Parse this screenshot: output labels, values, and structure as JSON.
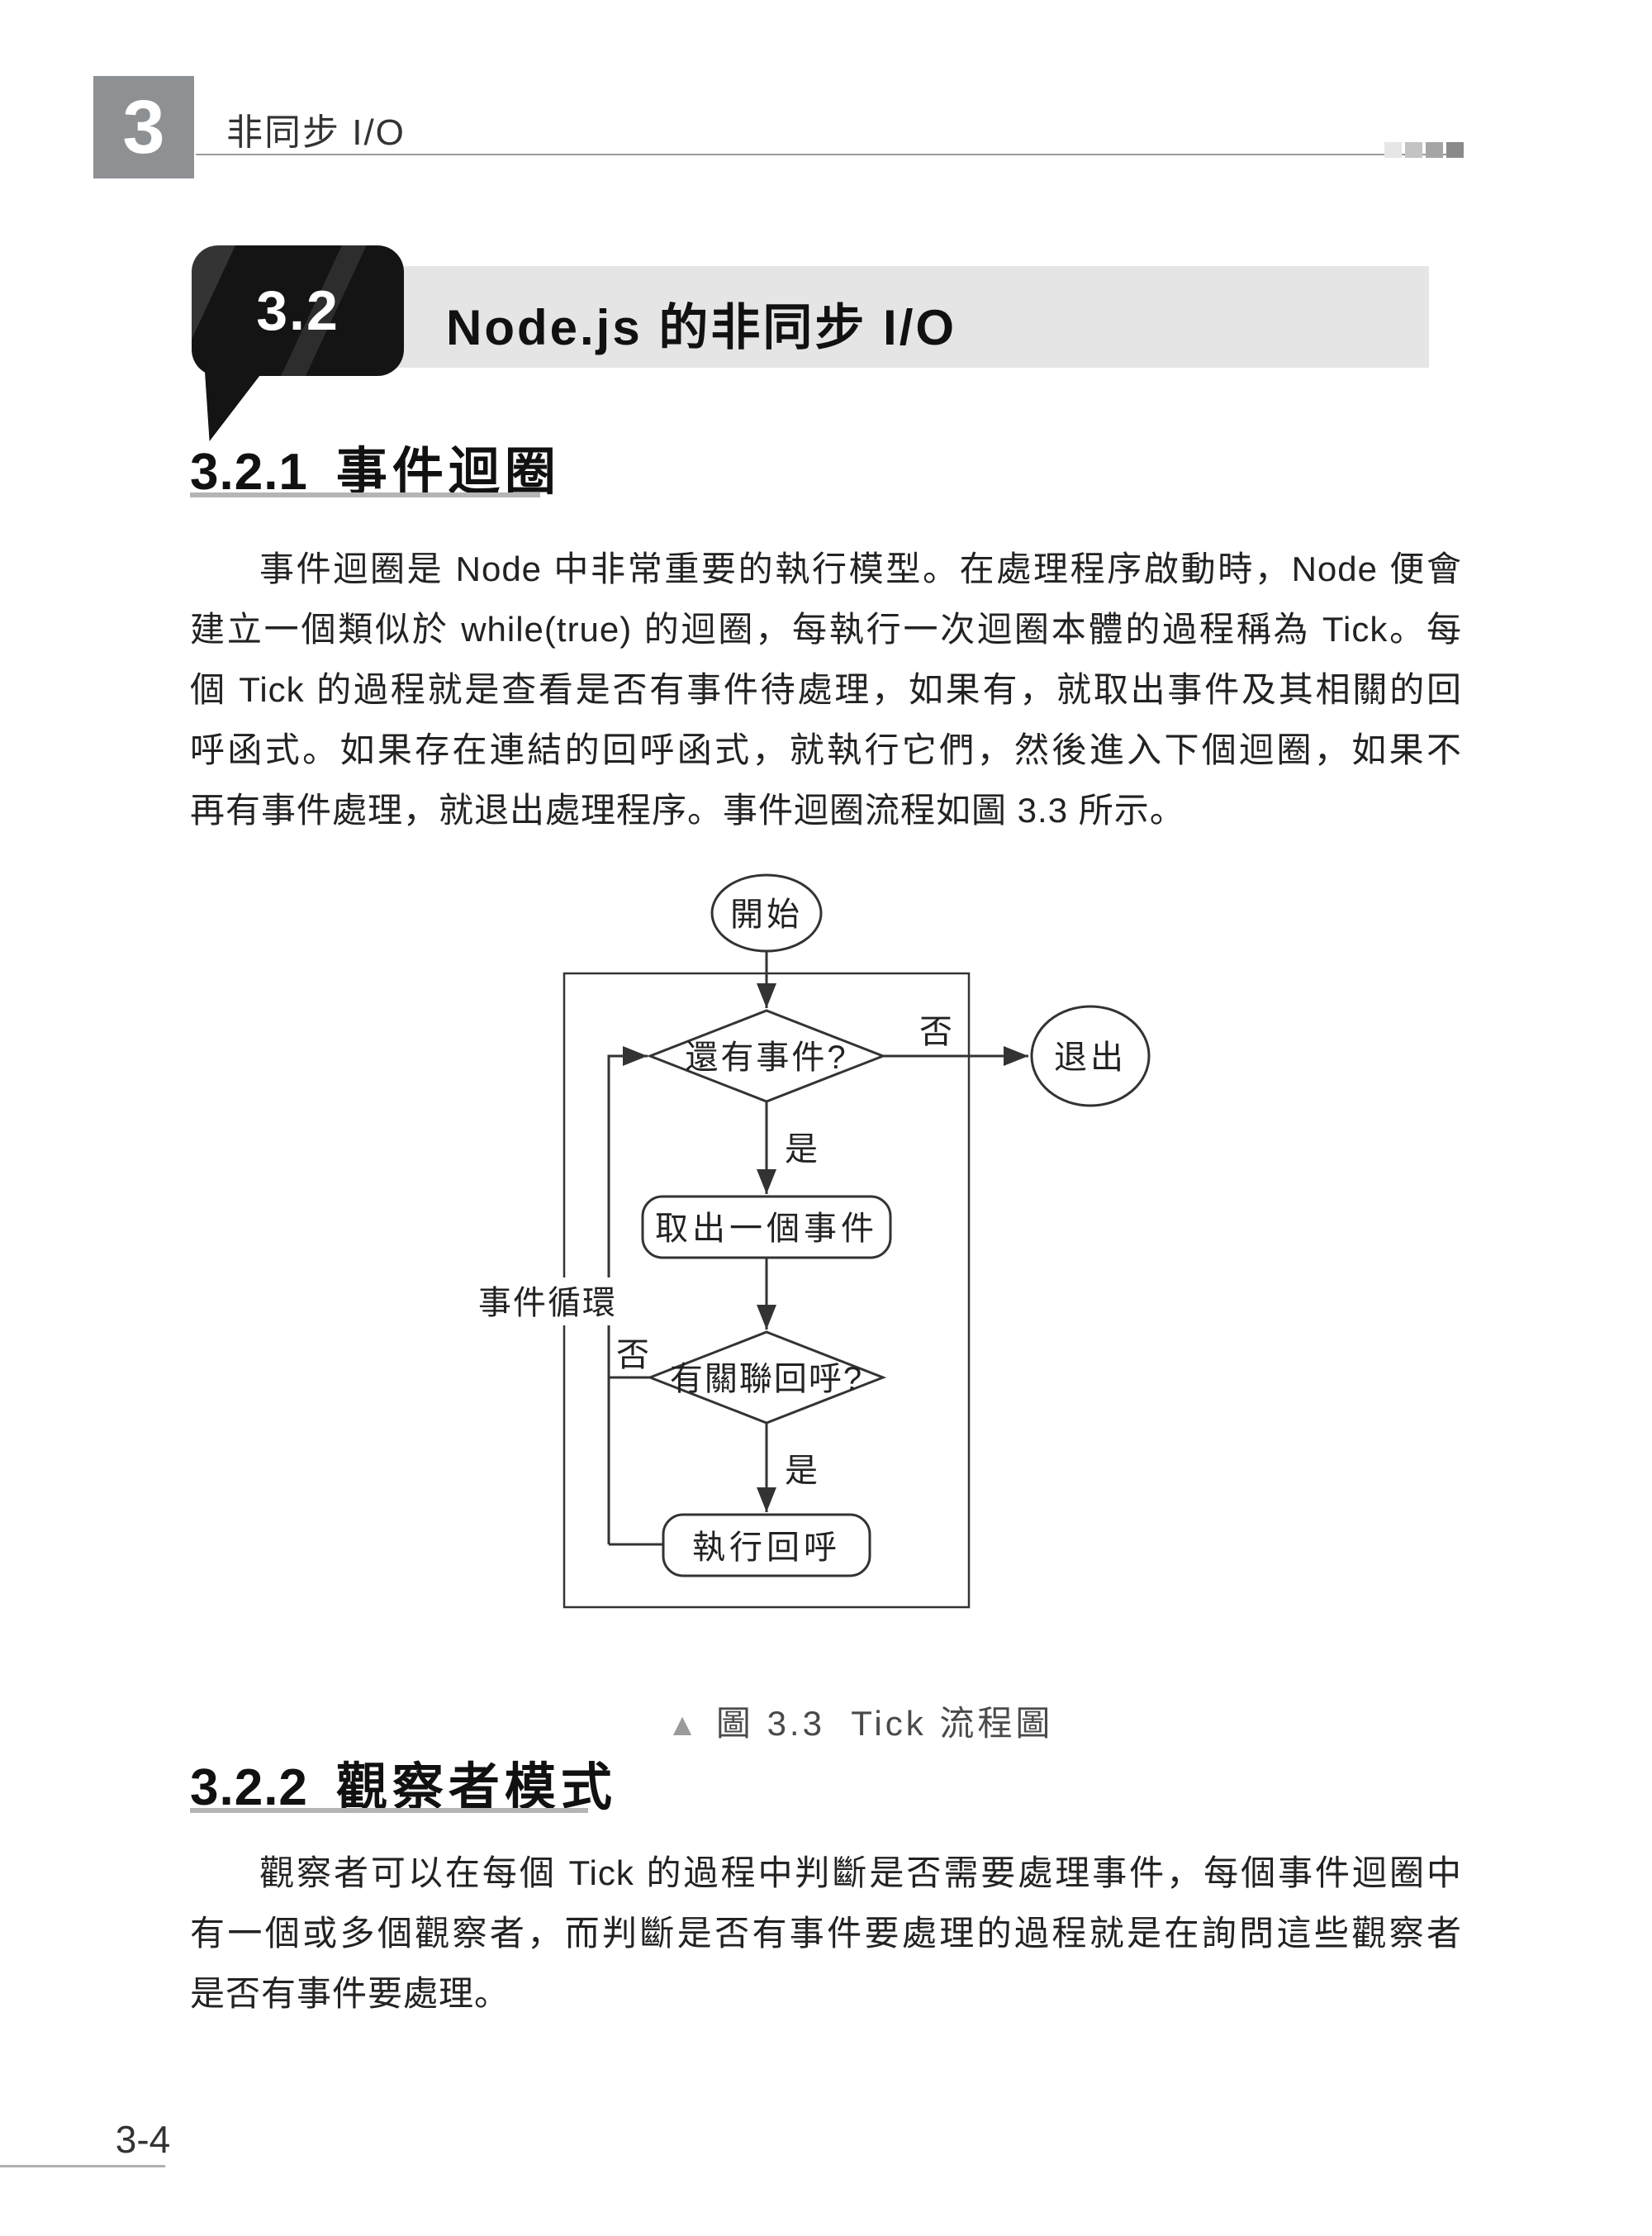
{
  "theme": {
    "banner_bar_gray": "#e5e5e5",
    "badge_black": "#141414",
    "chapter_box_gray": "#8d9194",
    "heading_underline_gray": "#b5b5b5",
    "diagram_stroke": "#333333",
    "caption_triangle_gray": "#9a9a9a",
    "deco_square_colors": [
      "#e6e6e6",
      "#c3c3c3",
      "#a5a5a5",
      "#8a8a8a"
    ]
  },
  "header": {
    "chapter_number": "3",
    "chapter_title": "非同步 I/O"
  },
  "banner": {
    "number": "3.2",
    "title": "Node.js 的非同步 I/O"
  },
  "section1": {
    "number": "3.2.1",
    "title": "事件迴圈",
    "lines": [
      "事件迴圈是 Node 中非常重要的執行模型。在處理程序啟動時，Node 便會",
      "建立一個類似於 while(true) 的迴圈，每執行一次迴圈本體的過程稱為 Tick。每",
      "個 Tick 的過程就是查看是否有事件待處理，如果有，就取出事件及其相關的回",
      "呼函式。如果存在連結的回呼函式，就執行它們，然後進入下個迴圈，如果不",
      "再有事件處理，就退出處理程序。事件迴圈流程如圖 3.3 所示。"
    ]
  },
  "figure": {
    "caption_marker": "▲",
    "caption_text": "圖 3.3  Tick 流程圖",
    "flowchart": {
      "start": "開始",
      "q_has_events": "還有事件?",
      "exit": "退出",
      "take_event": "取出一個事件",
      "q_has_callback": "有關聯回呼?",
      "run_callback": "執行回呼",
      "label_yes": "是",
      "label_no": "否",
      "loop_label": "事件循環"
    }
  },
  "section2": {
    "number": "3.2.2",
    "title": "觀察者模式",
    "lines": [
      "觀察者可以在每個 Tick 的過程中判斷是否需要處理事件，每個事件迴圈中",
      "有一個或多個觀察者，而判斷是否有事件要處理的過程就是在詢問這些觀察者",
      "是否有事件要處理。"
    ]
  },
  "footer": {
    "page_number": "3-4"
  }
}
